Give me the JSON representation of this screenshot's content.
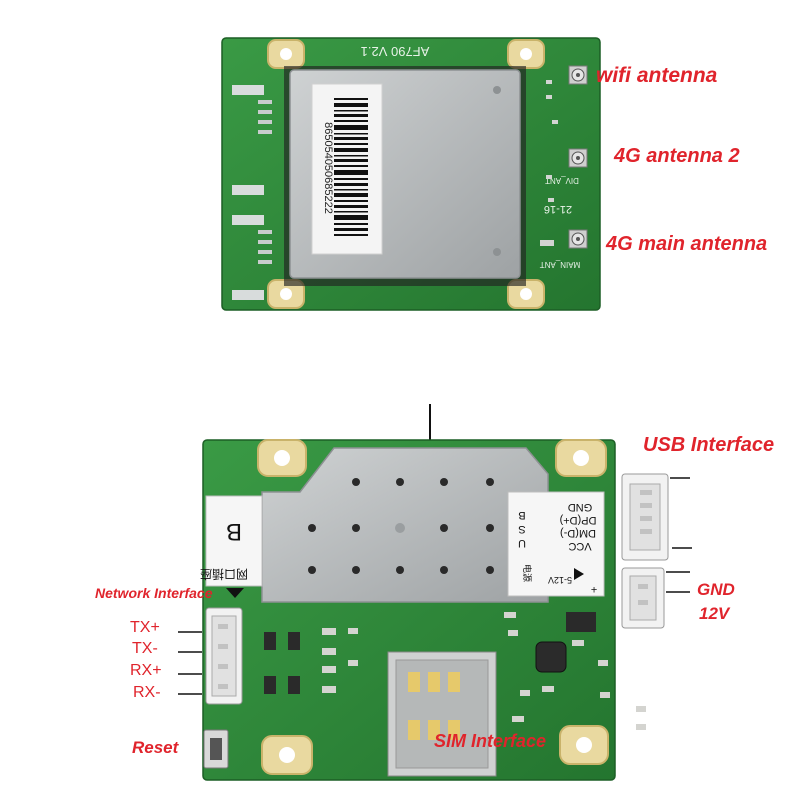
{
  "top_board": {
    "silkscreen_version": "AF790 V2.1",
    "barcode_number": "865054050685222",
    "silk_div": "DIV_ANT",
    "silk_main": "MAIN_ANT",
    "silk_date": "21-16",
    "labels": {
      "wifi": "wifi antenna",
      "ant2": "4G antenna 2",
      "main": "4G main antenna"
    }
  },
  "bottom_board": {
    "sticker_letter": "B",
    "sticker_text": "网口插座",
    "usb_pins": [
      "GND",
      "DP(D+)",
      "DM(D-)",
      "VCC"
    ],
    "usb_letters": [
      "U",
      "S",
      "B"
    ],
    "power_text": "5-12V",
    "plus_text": "+",
    "power_char": "电源",
    "labels": {
      "usb": "USB Interface",
      "gnd": "GND",
      "v12": "12V",
      "network": "Network Interface",
      "tx_plus": "TX+",
      "tx_minus": "TX-",
      "rx_plus": "RX+",
      "rx_minus": "RX-",
      "reset": "Reset",
      "sim": "SIM Interface"
    }
  },
  "colors": {
    "pcb": "#2f8f3c",
    "pcb_dark": "#1f6b2b",
    "label_red": "#e0242c",
    "shield": "#b9bcbd"
  }
}
